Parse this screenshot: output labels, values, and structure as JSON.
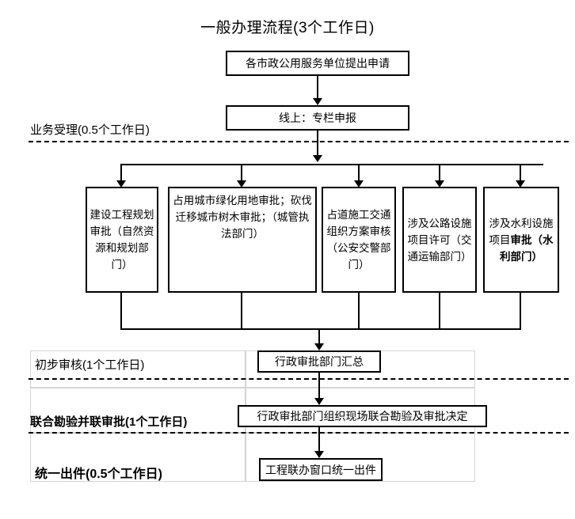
{
  "title": "一般办理流程(3个工作日)",
  "boxes": {
    "apply": "各市政公用服务单位提出申请",
    "online": "线上：专栏申报",
    "branch1": "建设工程规划审批（自然资源和规划部门）",
    "branch2": "占用城市绿化用地审批；砍伐迁移城市树木审批；（城管执法部门）",
    "branch3": "占道施工交通组织方案审核（公安交警部门）",
    "branch4": "涉及公路设施项目许可（交通运输部门）",
    "branch5_normal": "涉及水利",
    "branch5_normal2": "设施项目",
    "branch5_bold": "审批（水利部门）",
    "summary": "行政审批部门汇总",
    "joint": "行政审批部门组织现场联合勘验及审批决定",
    "output": "工程联办窗口统一出件"
  },
  "stages": {
    "accept": "业务受理(0.5个工作日)",
    "preliminary": "初步审核(1个工作日)",
    "joint_review": "联合勘验并联审批(1个工作日)",
    "unified_output": "统一出件(0.5个工作日)"
  },
  "colors": {
    "line": "#000000",
    "guide": "#d9d9d9",
    "background": "#ffffff"
  }
}
